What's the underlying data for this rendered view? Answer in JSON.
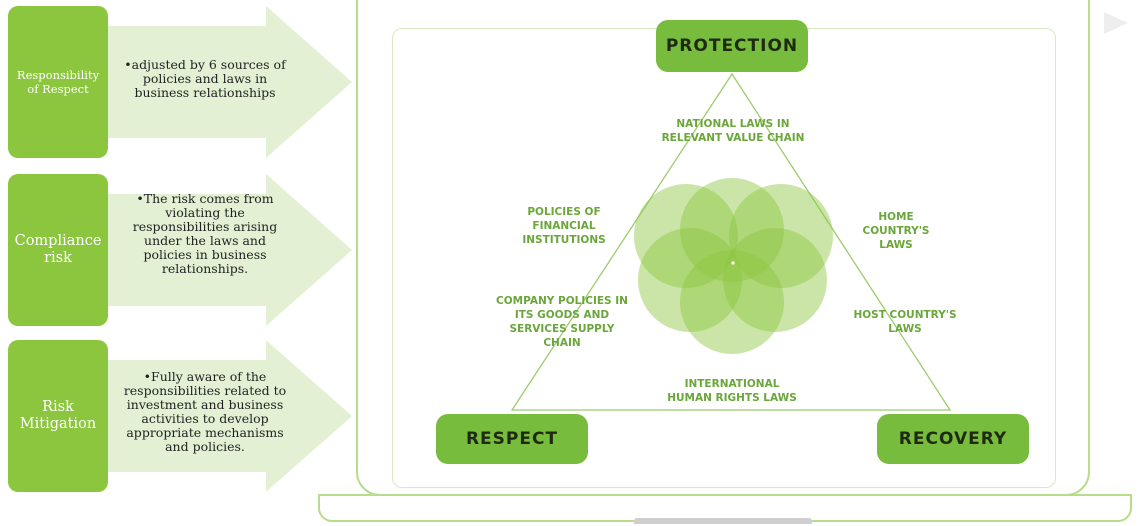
{
  "rows": [
    {
      "label": "Responsibility of Respect",
      "text": "•adjusted by 6 sources of policies and laws in business relationships"
    },
    {
      "label": "Compliance risk",
      "text": "•The risk comes from violating the responsibilities arising under the laws and policies in business relationships."
    },
    {
      "label": "Risk Mitigation",
      "text": "•Fully aware of the responsibilities related to investment and business activities to develop appropriate mechanisms and policies."
    }
  ],
  "pillars": {
    "protection": "PROTECTION",
    "respect": "RESPECT",
    "recovery": "RECOVERY"
  },
  "laws": {
    "national": "NATIONAL LAWS IN RELEVANT VALUE CHAIN",
    "financial": "POLICIES OF FINANCIAL INSTITUTIONS",
    "home": "HOME COUNTRY'S LAWS",
    "company": "COMPANY POLICIES IN ITS GOODS AND SERVICES SUPPLY CHAIN",
    "host": "HOST COUNTRY'S LAWS",
    "international": "INTERNATIONAL HUMAN RIGHTS LAWS"
  },
  "colors": {
    "label_green": "#8cc63f",
    "arrow_green": "#e3f0d4",
    "box_green": "#78bc3e",
    "law_text": "#6aa63a",
    "petal": "#8cc63f",
    "laptop_outline": "#b7dc8c"
  }
}
